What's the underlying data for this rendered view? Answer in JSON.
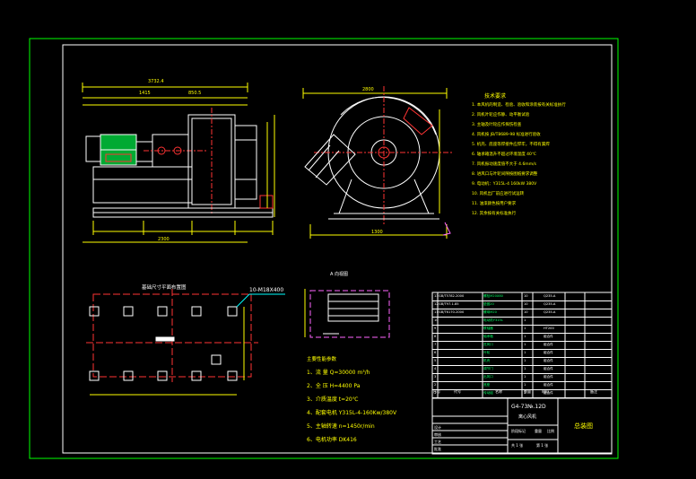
{
  "drawing": {
    "tech_req_title": "技术要求",
    "tech_req": [
      "1. 本风机的制造、检验、验收和涂装按有关标准执行",
      "2. 风机叶轮应作静、动平衡试验",
      "3. 主轴及叶轮应作探伤检查",
      "4. 风机按 JB/T8689-98 标准进行验收",
      "5. 机壳、底座等焊接件应焊牢，不得有漏焊",
      "6. 轴承箱温升不超过环境温度 40℃",
      "7. 风机振动速度值不大于 4.6mm/s",
      "8. 进风口与叶轮间隙按图纸要求调整",
      "9. 电动机：Y315L-4 160kW 380V",
      "10. 风机出厂前应进行试运转",
      "11. 油漆颜色按用户要求",
      "12. 其余按有关标准执行"
    ],
    "foundation_title": "基础尺寸平面布置图",
    "bolt_label": "10-M18X400",
    "inlet_title": "A 向视图",
    "params_title": "主要性能参数",
    "params": [
      "1、流   量 Q=30000 m³/h",
      "2、全   压 H=4400 Pa",
      "3、介质温度 t=20℃",
      "4、配套电机 Y315L-4-160Kw/380V",
      "5、主轴转速 n=1450r/min",
      "6、电机功率 DK416"
    ],
    "dims_top": [
      "3732.4",
      "1415",
      "850.5"
    ],
    "dims_bottom": [
      "2300",
      "1300"
    ],
    "dim_circle": "2800",
    "title_block": {
      "model": "G4-73№.12D",
      "name": "离心风机",
      "sheet_title": "总装图",
      "rows": [
        {
          "code": "13",
          "std": "GB/T5782-2000",
          "name": "螺栓M20X80",
          "qty": "10",
          "mat": "Q235-A"
        },
        {
          "code": "12",
          "std": "GB/T97.1-85",
          "name": "垫圈20",
          "qty": "10",
          "mat": "Q235-A"
        },
        {
          "code": "11",
          "std": "GB/T6170-2000",
          "name": "螺母M20",
          "qty": "10",
          "mat": "Q235-A"
        },
        {
          "code": "10",
          "std": "",
          "name": "电动机Y315L",
          "qty": "1",
          "mat": ""
        },
        {
          "code": "9",
          "std": "",
          "name": "联轴器",
          "qty": "1",
          "mat": "HT200"
        },
        {
          "code": "8",
          "std": "",
          "name": "轴承箱",
          "qty": "1",
          "mat": "组合件"
        },
        {
          "code": "7",
          "std": "",
          "name": "进风口",
          "qty": "1",
          "mat": "组合件"
        },
        {
          "code": "6",
          "std": "",
          "name": "叶轮",
          "qty": "1",
          "mat": "组合件"
        },
        {
          "code": "5",
          "std": "",
          "name": "机壳",
          "qty": "1",
          "mat": "组合件"
        },
        {
          "code": "4",
          "std": "",
          "name": "调节门",
          "qty": "1",
          "mat": "组合件"
        },
        {
          "code": "3",
          "std": "",
          "name": "出风口",
          "qty": "1",
          "mat": "组合件"
        },
        {
          "code": "2",
          "std": "",
          "name": "底座",
          "qty": "1",
          "mat": "组合件"
        },
        {
          "code": "1",
          "std": "",
          "name": "传动组",
          "qty": "1",
          "mat": "组合件"
        }
      ],
      "header": [
        "序号",
        "代号",
        "名称",
        "数量",
        "材料",
        "备注"
      ],
      "sign_labels": [
        "设计",
        "审核",
        "工艺",
        "批准"
      ],
      "misc": [
        "阶段标记",
        "重量",
        "比例",
        "共 1 张",
        "第 1 张"
      ]
    }
  }
}
